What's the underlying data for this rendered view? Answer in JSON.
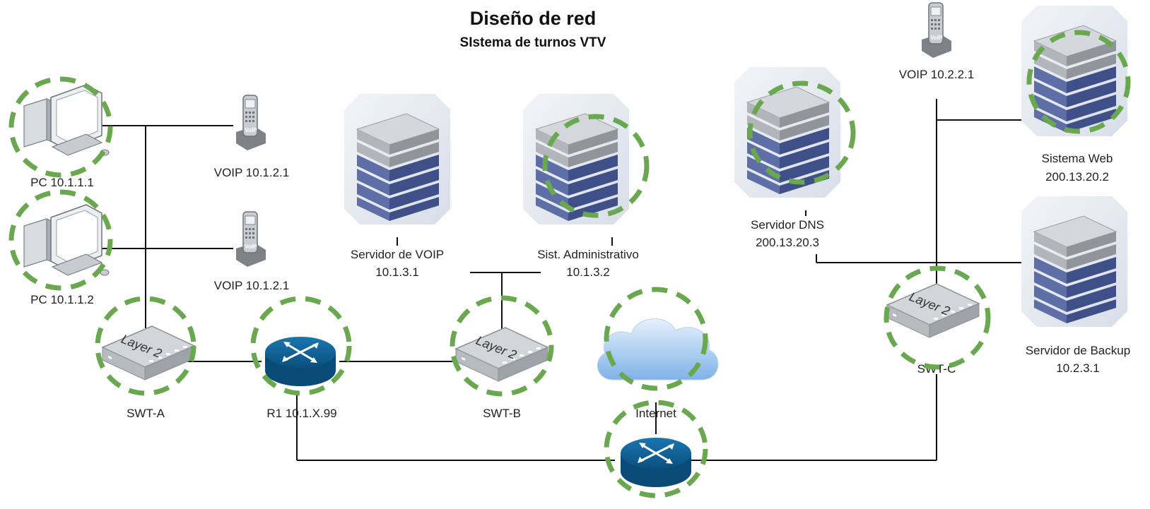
{
  "title": "Diseño de red",
  "subtitle": "SIstema de turnos VTV",
  "nodes": {
    "pc1": "PC 10.1.1.1",
    "pc2": "PC 10.1.1.2",
    "voip_a1": "VOIP 10.1.2.1",
    "voip_a2": "VOIP 10.1.2.1",
    "swt_a": "SWT-A",
    "r1": "R1 10.1.X.99",
    "srv_voip": [
      "Servidor de VOIP",
      "10.1.3.1"
    ],
    "sist_admin": [
      "Sist. Administrativo",
      "10.1.3.2"
    ],
    "swt_b": "SWT-B",
    "internet": "Internet",
    "dns": [
      "Servidor DNS",
      "200.13.20.3"
    ],
    "voip_c": "VOIP 10.2.2.1",
    "web": [
      "Sistema Web",
      "200.13.20.2"
    ],
    "backup": [
      "Servidor de Backup",
      "10.2.3.1"
    ],
    "swt_c": "SWT-C"
  },
  "switch_text": "Layer 2",
  "voip_badge": "VoIP",
  "colors": {
    "ring": "#6aa84f",
    "router": "#0b5c8e",
    "server_body": "#4a5f9e",
    "server_top": "#bfc4c9",
    "halo": "#dde3ec",
    "cloud": "#a9cdf1"
  }
}
